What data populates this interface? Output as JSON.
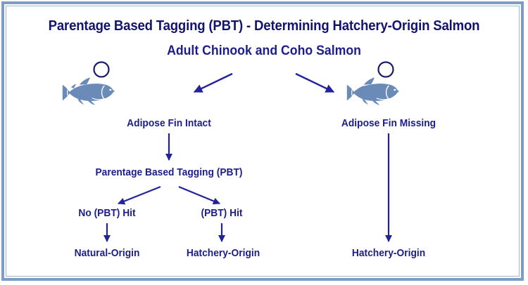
{
  "diagram": {
    "title": "Parentage Based Tagging (PBT) - Determining Hatchery-Origin Salmon",
    "subtitle": "Adult Chinook and Coho Salmon",
    "colors": {
      "text_navy": "#1c1c8a",
      "title_navy": "#131370",
      "fish_body": "#6a8bb8",
      "frame_band": "#7d9dc4",
      "frame_rule": "#9fb6d4",
      "arrow": "#22229a",
      "circle_highlight": "#1b1b6e",
      "background": "#ffffff"
    },
    "fish": [
      {
        "id": "fish-left",
        "label": "adipose-fin-intact-salmon",
        "adipose_fin_present": true,
        "circled": true,
        "facing": "right"
      },
      {
        "id": "fish-right",
        "label": "adipose-fin-missing-salmon",
        "adipose_fin_present": false,
        "circled": true,
        "facing": "right"
      }
    ],
    "nodes": {
      "adipose_fin_intact": "Adipose Fin Intact",
      "parentage_based_tagging": "Parentage Based Tagging (PBT)",
      "no_pbt_hit": "No (PBT) Hit",
      "pbt_hit": "(PBT) Hit",
      "natural_origin": "Natural-Origin",
      "hatchery_origin_left": "Hatchery-Origin",
      "adipose_fin_missing": "Adipose Fin Missing",
      "hatchery_origin_right": "Hatchery-Origin"
    },
    "edges": [
      {
        "name": "subtitle-to-left-fish",
        "from": "Adult Chinook and Coho Salmon",
        "to": "left salmon",
        "direction": "left"
      },
      {
        "name": "subtitle-to-right-fish",
        "from": "Adult Chinook and Coho Salmon",
        "to": "right salmon",
        "direction": "right"
      },
      {
        "name": "intact-to-pbt",
        "from": "Adipose Fin Intact",
        "to": "Parentage Based Tagging (PBT)",
        "direction": "down"
      },
      {
        "name": "pbt-to-no-hit",
        "from": "Parentage Based Tagging (PBT)",
        "to": "No (PBT) Hit",
        "direction": "down-left"
      },
      {
        "name": "pbt-to-hit",
        "from": "Parentage Based Tagging (PBT)",
        "to": "(PBT) Hit",
        "direction": "down-right"
      },
      {
        "name": "no-hit-to-natural",
        "from": "No (PBT) Hit",
        "to": "Natural-Origin",
        "direction": "down"
      },
      {
        "name": "hit-to-hatchery",
        "from": "(PBT) Hit",
        "to": "Hatchery-Origin",
        "direction": "down"
      },
      {
        "name": "missing-to-hatchery",
        "from": "Adipose Fin Missing",
        "to": "Hatchery-Origin",
        "direction": "down"
      }
    ]
  }
}
